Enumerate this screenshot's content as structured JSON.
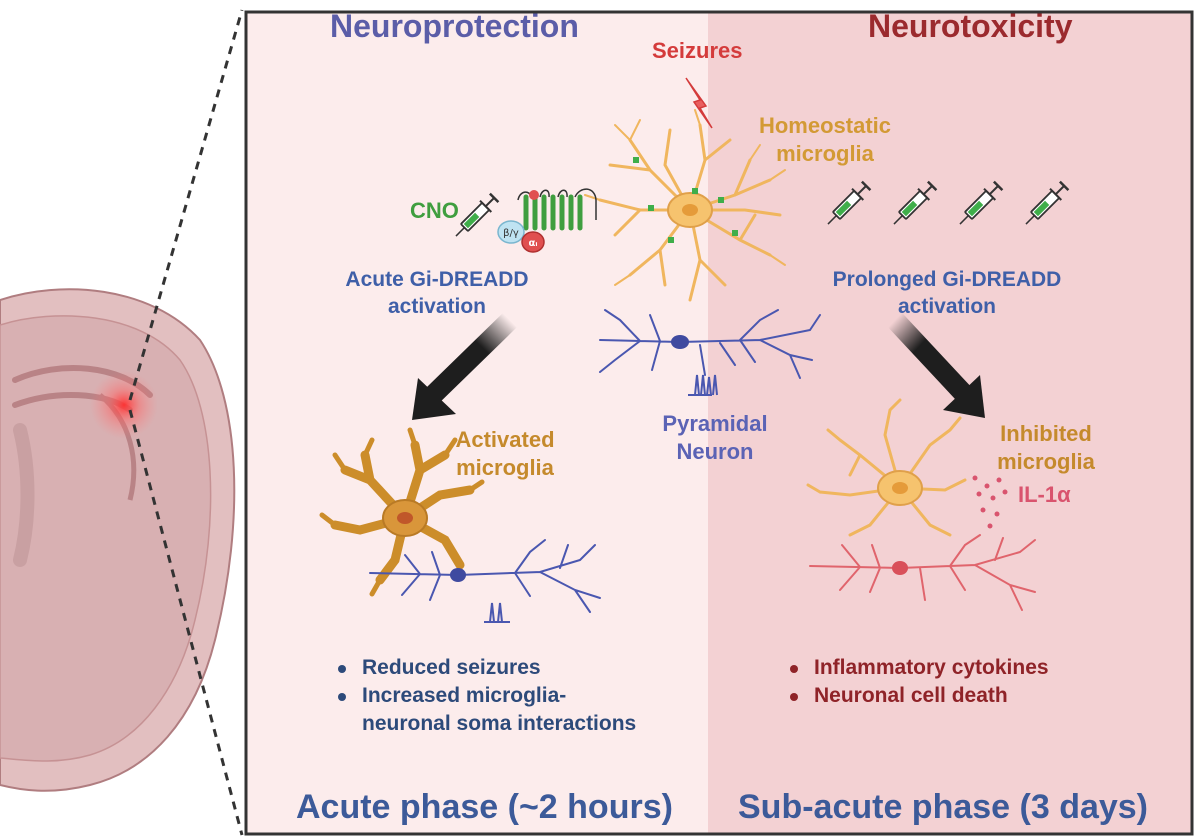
{
  "panels": {
    "left": {
      "heading": "Neuroprotection",
      "phase": "Acute phase (~2 hours)",
      "drug_label": "CNO",
      "receptor_subunits": {
        "beta_gamma": "β/γ",
        "alpha": "αᵢ"
      },
      "activation": [
        "Acute Gi-DREADD",
        "activation"
      ],
      "microglia_label": [
        "Activated",
        "microglia"
      ],
      "outcomes": [
        "Reduced seizures",
        "Increased microglia-",
        "neuronal soma interactions"
      ]
    },
    "right": {
      "heading": "Neurotoxicity",
      "phase": "Sub-acute phase (3 days)",
      "activation": [
        "Prolonged Gi-DREADD",
        "activation"
      ],
      "microglia_label": [
        "Inhibited",
        "microglia"
      ],
      "cytokine": "IL-1α",
      "outcomes": [
        "Inflammatory cytokines",
        "Neuronal cell death"
      ]
    },
    "center": {
      "trigger": "Seizures",
      "microglia_label": [
        "Homeostatic",
        "microglia"
      ],
      "neuron_label": [
        "Pyramidal",
        "Neuron"
      ]
    }
  },
  "colors": {
    "left_bg": "#fcecec",
    "right_bg": "#f3d1d3",
    "heading_protect": "#5b5da8",
    "heading_toxic": "#9b2a2e",
    "seizure_red": "#d43b3b",
    "activation_blue": "#3f5fa8",
    "microglia_orange": "#d39a35",
    "neuron_blue": "#4a57b0",
    "neuron_red": "#e0646c",
    "cno_green": "#3f9e3f",
    "phase_blue": "#3c5a99",
    "bullet_blue": "#2d4a7a",
    "bullet_red": "#8f2328",
    "il_pink": "#d9546e",
    "arrow": "#1e1e1e"
  }
}
